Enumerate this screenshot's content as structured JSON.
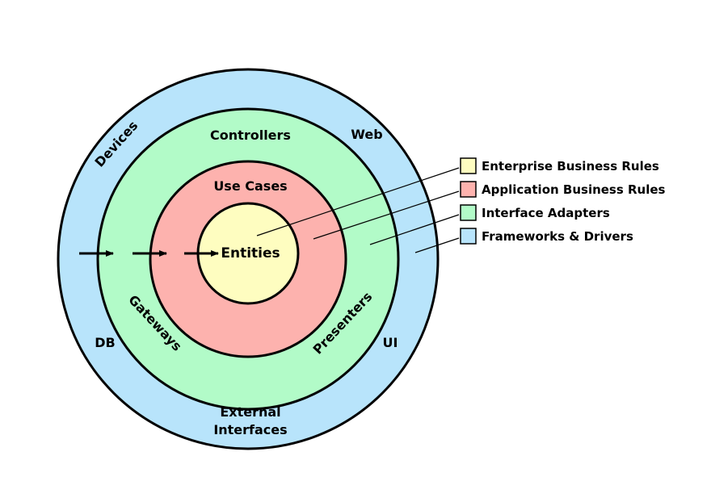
{
  "diagram": {
    "rings": [
      {
        "name": "outer",
        "color": "#b8e4fb"
      },
      {
        "name": "adapters",
        "color": "#b2fbc8"
      },
      {
        "name": "usecases",
        "color": "#fdb2ae"
      },
      {
        "name": "entities",
        "color": "#fefdc0"
      }
    ],
    "labels": {
      "devices": "Devices",
      "web": "Web",
      "controllers": "Controllers",
      "use_cases": "Use Cases",
      "entities": "Entities",
      "gateways": "Gateways",
      "presenters": "Presenters",
      "db": "DB",
      "ui": "UI",
      "external_line1": "External",
      "external_line2": "Interfaces"
    },
    "legend": [
      {
        "label": "Enterprise Business Rules",
        "color": "#fefdc0"
      },
      {
        "label": "Application Business Rules",
        "color": "#fdb2ae"
      },
      {
        "label": "Interface Adapters",
        "color": "#b2fbc8"
      },
      {
        "label": "Frameworks & Drivers",
        "color": "#b8e4fb"
      }
    ]
  }
}
